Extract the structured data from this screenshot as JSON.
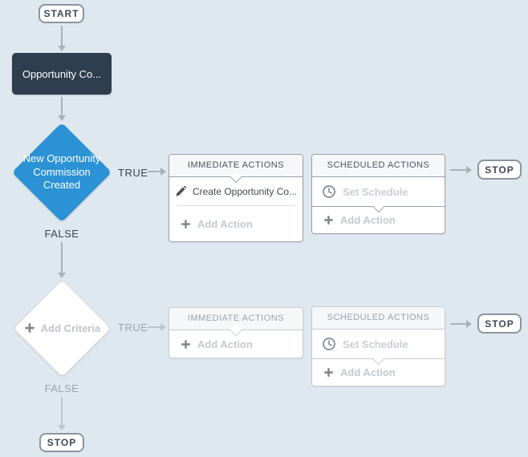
{
  "flow": {
    "start": {
      "label": "START"
    },
    "trigger": {
      "label": "Opportunity Co..."
    },
    "row1": {
      "criteria": {
        "label": "New Opportunity\nCommission\nCreated",
        "true_label": "TRUE",
        "false_label": "FALSE"
      },
      "immediate": {
        "header": "IMMEDIATE ACTIONS",
        "actions": [
          {
            "label": "Create Opportunity Co..."
          }
        ],
        "add_action_label": "Add Action"
      },
      "scheduled": {
        "header": "SCHEDULED ACTIONS",
        "set_schedule_label": "Set Schedule",
        "add_action_label": "Add Action"
      },
      "stop": {
        "label": "STOP"
      }
    },
    "row2": {
      "criteria": {
        "label": "Add Criteria",
        "true_label": "TRUE",
        "false_label": "FALSE"
      },
      "immediate": {
        "header": "IMMEDIATE ACTIONS",
        "add_action_label": "Add Action"
      },
      "scheduled": {
        "header": "SCHEDULED ACTIONS",
        "set_schedule_label": "Set Schedule",
        "add_action_label": "Add Action"
      },
      "stop": {
        "label": "STOP"
      }
    },
    "end": {
      "stop_label": "STOP"
    }
  },
  "colors": {
    "background": "#dfe7ef",
    "trigger_node": "#2f3e4f",
    "active_criteria": "#2b93d5",
    "node_border_active": "#99a1ab",
    "node_border_inactive": "#c7cdd5",
    "arrow": "#a9b1bb"
  }
}
